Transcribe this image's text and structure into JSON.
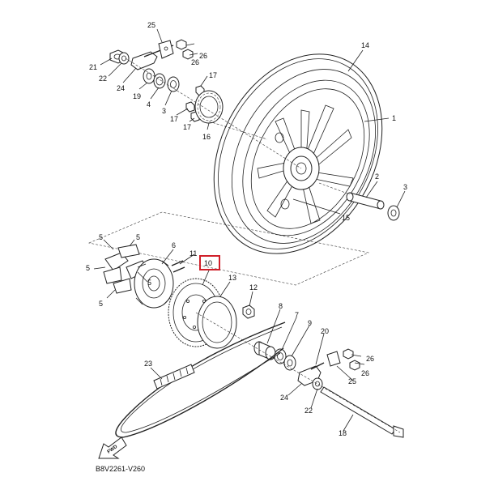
{
  "diagram": {
    "code": "B8V2261-V260",
    "fwd_label": "FWD",
    "highlight_color": "#d0202a",
    "labels": {
      "l1": "1",
      "l2": "2",
      "l3a": "3",
      "l3b": "3",
      "l4": "4",
      "l5a": "5",
      "l5b": "5",
      "l5c": "5",
      "l5d": "5",
      "l5e": "5",
      "l6": "6",
      "l7": "7",
      "l8": "8",
      "l9": "9",
      "l10": "10",
      "l11": "11",
      "l12": "12",
      "l13": "13",
      "l14": "14",
      "l15": "15",
      "l16": "16",
      "l17a": "17",
      "l17b": "17",
      "l17c": "17",
      "l18": "18",
      "l19": "19",
      "l20": "20",
      "l21": "21",
      "l22a": "22",
      "l22b": "22",
      "l23": "23",
      "l24a": "24",
      "l24b": "24",
      "l25a": "25",
      "l25b": "25",
      "l26a": "26",
      "l26b": "26",
      "l26c": "26",
      "l26d": "26"
    }
  }
}
